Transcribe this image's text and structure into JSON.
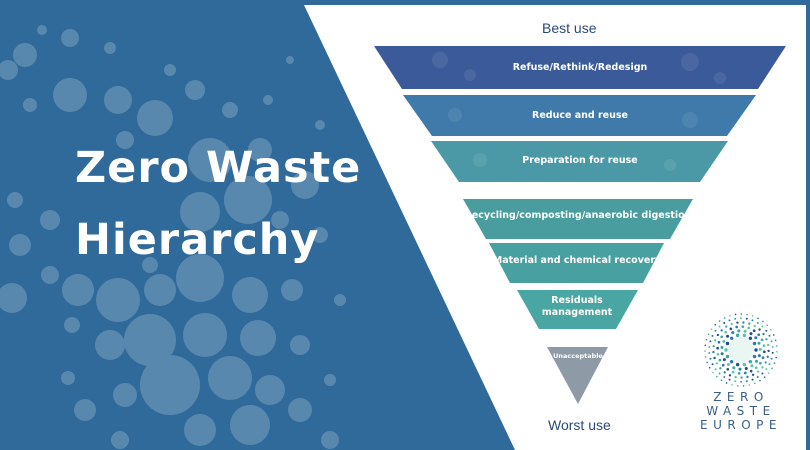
{
  "title": {
    "line1": "Zero Waste",
    "line2": "Hierarchy"
  },
  "pyramid": {
    "top_label": "Best use",
    "bottom_label": "Worst use",
    "levels": [
      {
        "line1": "Refuse/Rethink/Redesign",
        "line2": "",
        "color": "#3a5a9a"
      },
      {
        "line1": "Reduce and reuse",
        "line2": "",
        "color": "#3f7aaa"
      },
      {
        "line1": "Preparation for reuse",
        "line2": "",
        "color": "#4b99a6"
      },
      {
        "line1": "Recycling/composting/anaerobic digestion",
        "line2": "",
        "color": "#4a9d9f"
      },
      {
        "line1": "Material and chemical recovery",
        "line2": "",
        "color": "#48a0a0"
      },
      {
        "line1": "Residuals",
        "line2": "management",
        "color": "#4aa6a2"
      },
      {
        "line1": "Unacceptable",
        "line2": "",
        "color": "#8e9aa6"
      }
    ]
  },
  "logo": {
    "line1": "ZERO",
    "line2": "WASTE",
    "line3": "EUROPE"
  },
  "colors": {
    "background": "#2f6a9a",
    "panel": "#ffffff",
    "text_dark": "#2b4a78"
  }
}
